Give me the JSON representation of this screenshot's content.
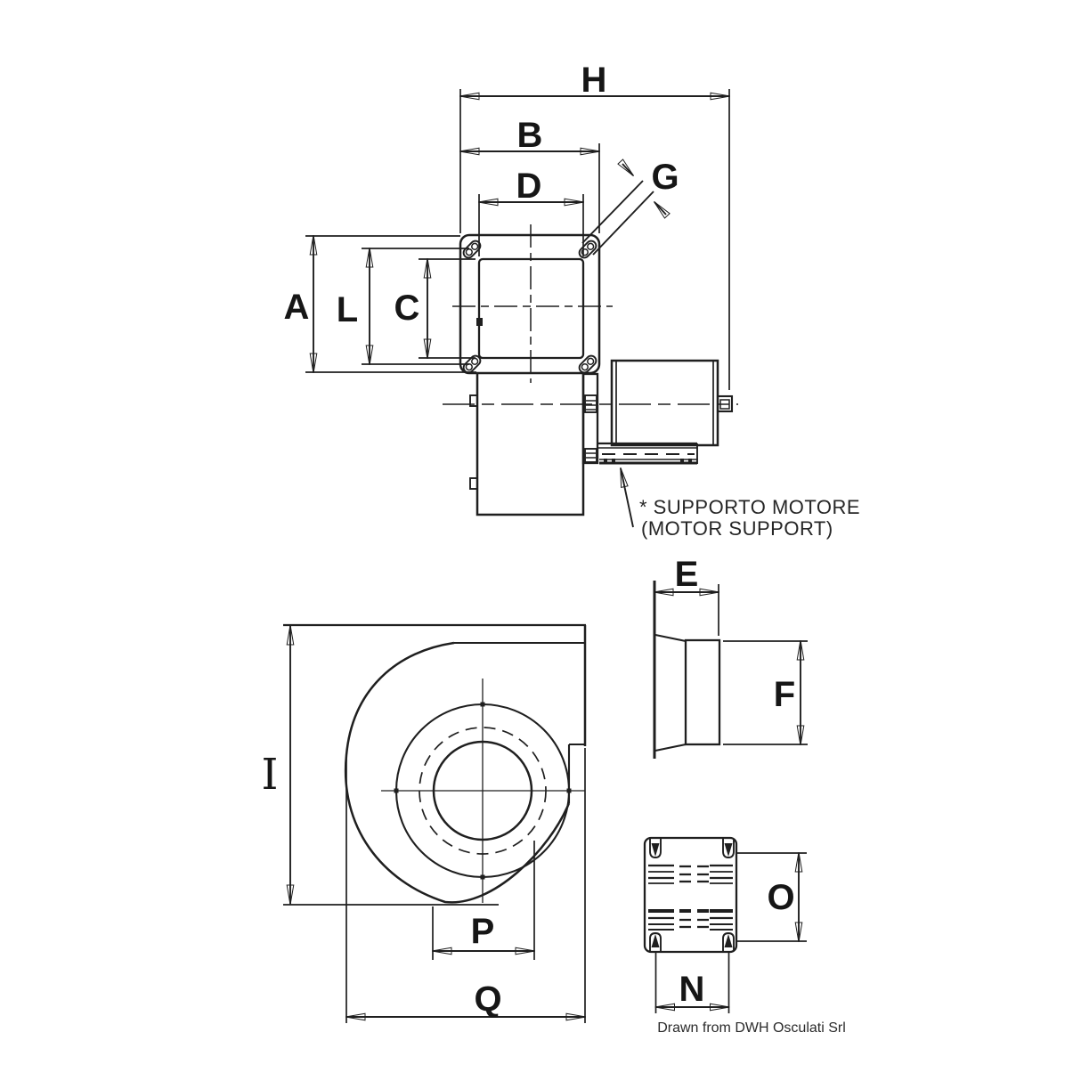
{
  "drawing": {
    "labels": {
      "A": "A",
      "B": "B",
      "C": "C",
      "D": "D",
      "E": "E",
      "F": "F",
      "G": "G",
      "H": "H",
      "I": "I",
      "L": "L",
      "N": "N",
      "O": "O",
      "P": "P",
      "Q": "Q"
    },
    "note": {
      "line1": "* SUPPORTO MOTORE",
      "line2": "(MOTOR SUPPORT)"
    },
    "credit": "Drawn from DWH Osculati Srl",
    "colors": {
      "line": "#1f1f1f",
      "background": "#ffffff",
      "text": "#161616"
    }
  }
}
